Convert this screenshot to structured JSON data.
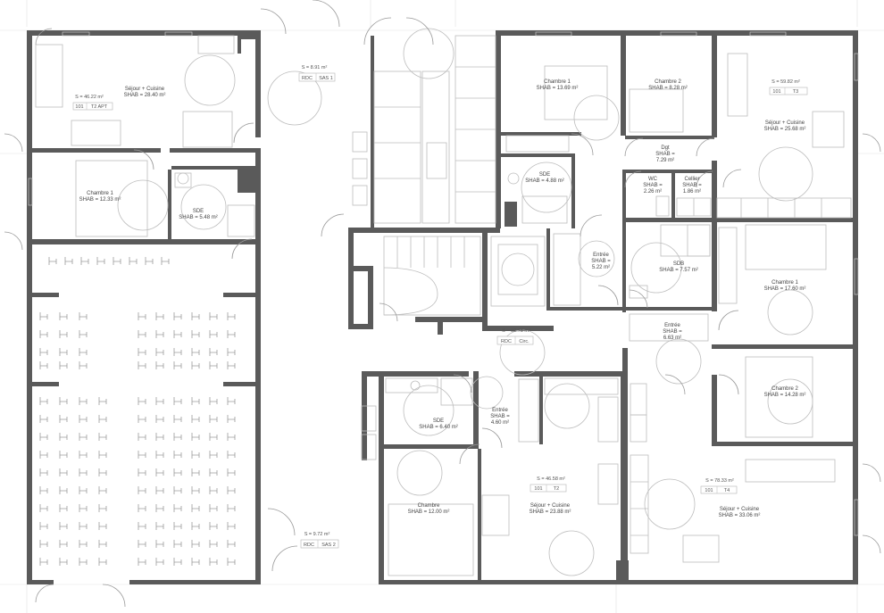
{
  "rooms": [
    {
      "id": "sejour-t2",
      "lines": [
        "Séjour + Cuisine",
        "SHAB = 28.40 m²"
      ]
    },
    {
      "id": "chambre1-t2",
      "lines": [
        "Chambre 1",
        "SHAB = 12.33 m²"
      ]
    },
    {
      "id": "sde-t2",
      "lines": [
        "SDE",
        "SHAB = 5.48 m²"
      ]
    },
    {
      "id": "chambre1-t3",
      "lines": [
        "Chambre 1",
        "SHAB = 13.69 m²"
      ]
    },
    {
      "id": "chambre2-t3",
      "lines": [
        "Chambre 2",
        "SHAB = 8.28 m²"
      ]
    },
    {
      "id": "sde-t3",
      "lines": [
        "SDE",
        "SHAB = 4.88 m²"
      ]
    },
    {
      "id": "dgt-t3",
      "lines": [
        "Dgt",
        "SHAB =",
        "7.29 m²"
      ]
    },
    {
      "id": "wc-t3",
      "lines": [
        "WC",
        "SHAB =",
        "2.26 m²"
      ]
    },
    {
      "id": "cellier-t3",
      "lines": [
        "Cellier",
        "SHAB =",
        "1.86 m²"
      ]
    },
    {
      "id": "sejour-t3",
      "lines": [
        "Séjour + Cuisine",
        "SHAB = 25.68 m²"
      ]
    },
    {
      "id": "entree-t3",
      "lines": [
        "Entrée",
        "SHAB =",
        "5.22 m²"
      ]
    },
    {
      "id": "sdb-t4",
      "lines": [
        "SDB",
        "SHAB = 7.57 m²"
      ]
    },
    {
      "id": "chambre1-t4",
      "lines": [
        "Chambre 1",
        "SHAB = 17.60 m²"
      ]
    },
    {
      "id": "entree-t4",
      "lines": [
        "Entrée",
        "SHAB =",
        "6.63 m²"
      ]
    },
    {
      "id": "chambre2-t4",
      "lines": [
        "Chambre 2",
        "SHAB = 14.28 m²"
      ]
    },
    {
      "id": "sejour-t4",
      "lines": [
        "Séjour + Cuisine",
        "SHAB = 33.06 m²"
      ]
    },
    {
      "id": "sde-t2b",
      "lines": [
        "SDE",
        "SHAB = 6.40 m²"
      ]
    },
    {
      "id": "entree-t2b",
      "lines": [
        "Entrée",
        "SHAB =",
        "4.60 m²"
      ]
    },
    {
      "id": "chambre-t2b",
      "lines": [
        "Chambre",
        "SHAB = 12.00 m²"
      ]
    },
    {
      "id": "sejour-t2b",
      "lines": [
        "Séjour + Cuisine",
        "SHAB = 23.88 m²"
      ]
    }
  ],
  "unit_tags": [
    {
      "id": "t2-apt",
      "area": "S = 46.22 m²",
      "code": "101",
      "type": "T2 APT"
    },
    {
      "id": "t3",
      "area": "S = 59.82 m²",
      "code": "101",
      "type": "T3"
    },
    {
      "id": "t2b",
      "area": "S = 46.58 m²",
      "code": "101",
      "type": "T2"
    },
    {
      "id": "t4",
      "area": "S = 78.33 m²",
      "code": "101",
      "type": "T4"
    },
    {
      "id": "sas1",
      "area": "S = 8.91 m²",
      "code": "RDC",
      "type": "SAS 1"
    },
    {
      "id": "circ",
      "area": "S = 82.78 m²",
      "code": "RDC",
      "type": "Circ."
    },
    {
      "id": "sas2",
      "area": "S = 9.72 m²",
      "code": "RDC",
      "type": "SAS 2"
    }
  ],
  "style": {
    "wall": "#5a5a5a",
    "fixture": "#bdbdbd",
    "background": "#ffffff"
  }
}
